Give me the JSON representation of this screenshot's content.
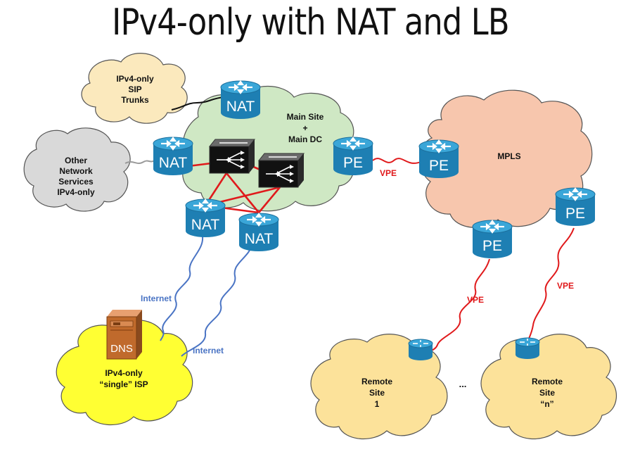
{
  "title": "IPv4-only with NAT and LB",
  "clouds": {
    "sip": [
      "IPv4-only",
      "SIP",
      "Trunks"
    ],
    "other": [
      "Other",
      "Network",
      "Services",
      "IPv4-only"
    ],
    "main": [
      "Main Site",
      "+",
      "Main DC"
    ],
    "mpls": [
      "MPLS"
    ],
    "isp": [
      "IPv4-only",
      "“single” ISP"
    ],
    "remote1": [
      "Remote",
      "Site",
      "1"
    ],
    "remoten": [
      "Remote",
      "Site",
      "“n”"
    ]
  },
  "devices": {
    "nat": "NAT",
    "pe": "PE",
    "dns": "DNS"
  },
  "links": {
    "vpe": "VPE",
    "internet": "Internet"
  },
  "ellipsis": "...",
  "colors": {
    "router_blue": "#1e7fb3",
    "router_top": "#3aa6d8",
    "red_link": "#e0191b",
    "blue_link": "#4a74c4",
    "main_cloud": "#cfe8c4",
    "mpls_cloud": "#f7c6ad",
    "sip_cloud": "#fbe9bd",
    "other_cloud": "#d9d9d9",
    "isp_cloud": "#ffff33",
    "remote_cloud": "#fce29a"
  }
}
